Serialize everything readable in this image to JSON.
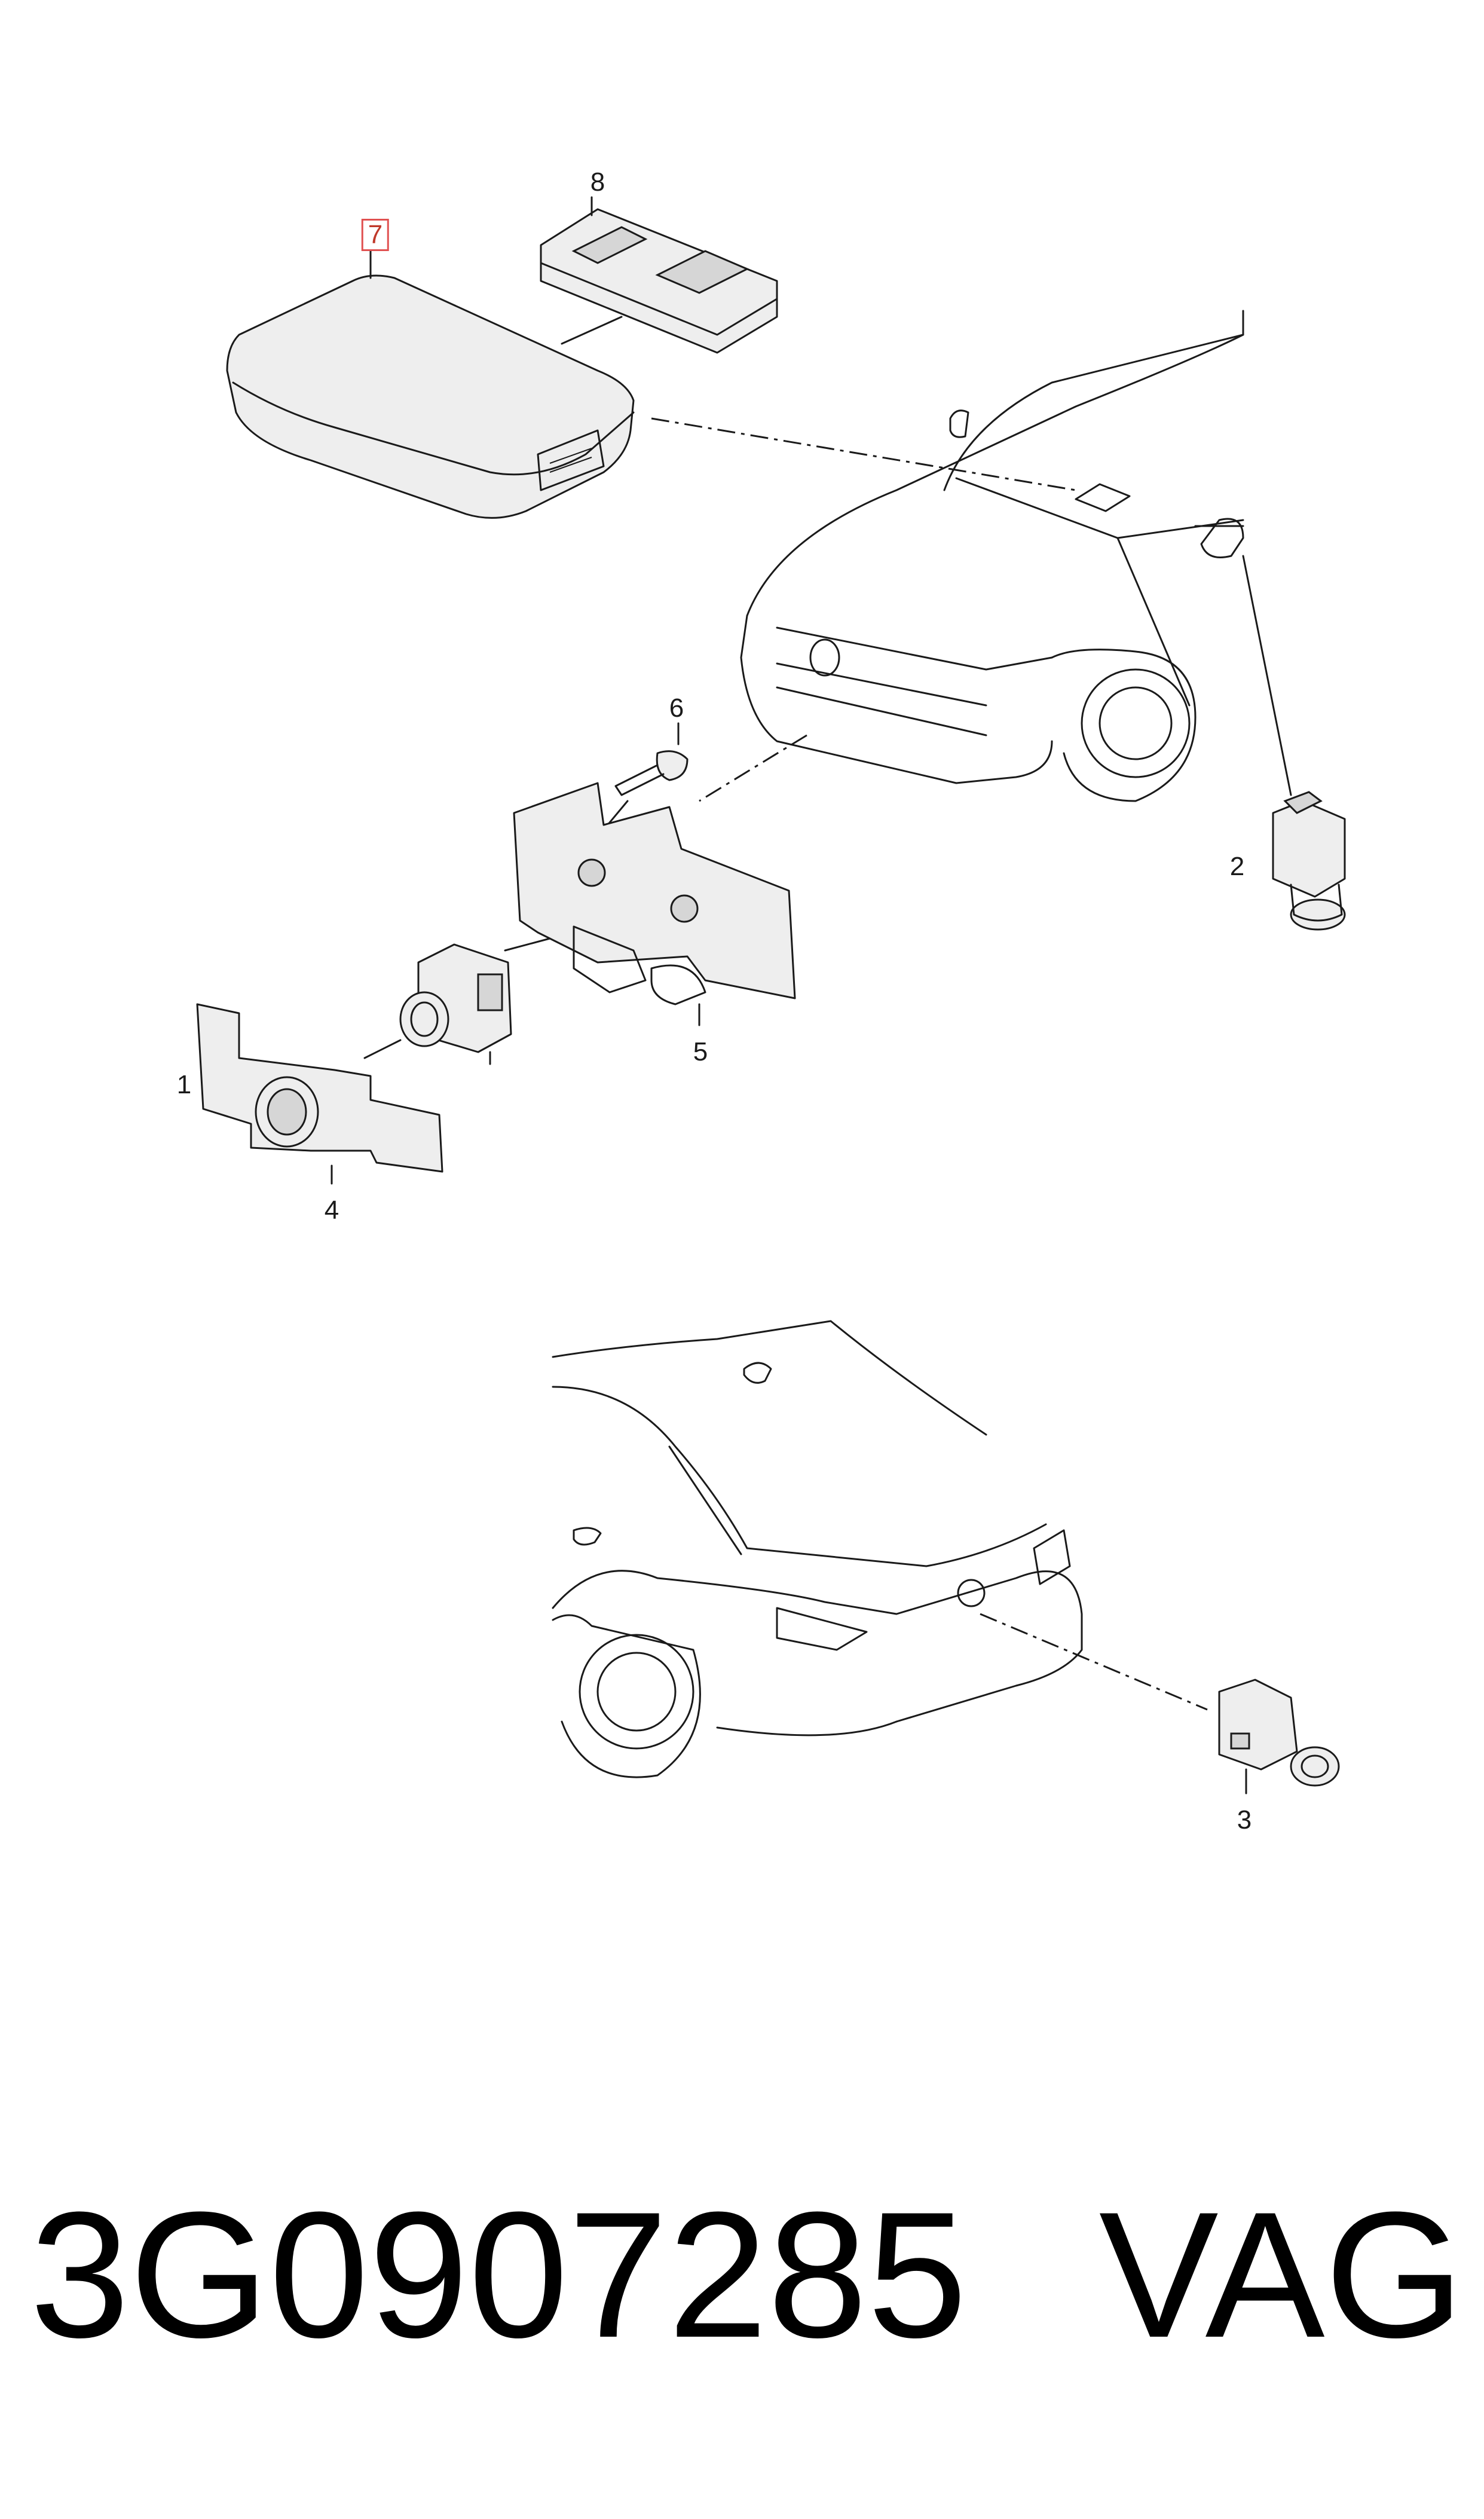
{
  "diagram": {
    "parts": [
      {
        "num": "1",
        "label": "1"
      },
      {
        "num": "2",
        "label": "2"
      },
      {
        "num": "3",
        "label": "3"
      },
      {
        "num": "4",
        "label": "4"
      },
      {
        "num": "5",
        "label": "5"
      },
      {
        "num": "6",
        "label": "6"
      },
      {
        "num": "7",
        "label": "7",
        "highlighted": true
      },
      {
        "num": "8",
        "label": "8"
      }
    ],
    "highlight_color": "#e05050",
    "line_color": "#1a1a1a"
  },
  "caption": {
    "part_number": "3G0907285",
    "brand": "VAG"
  }
}
